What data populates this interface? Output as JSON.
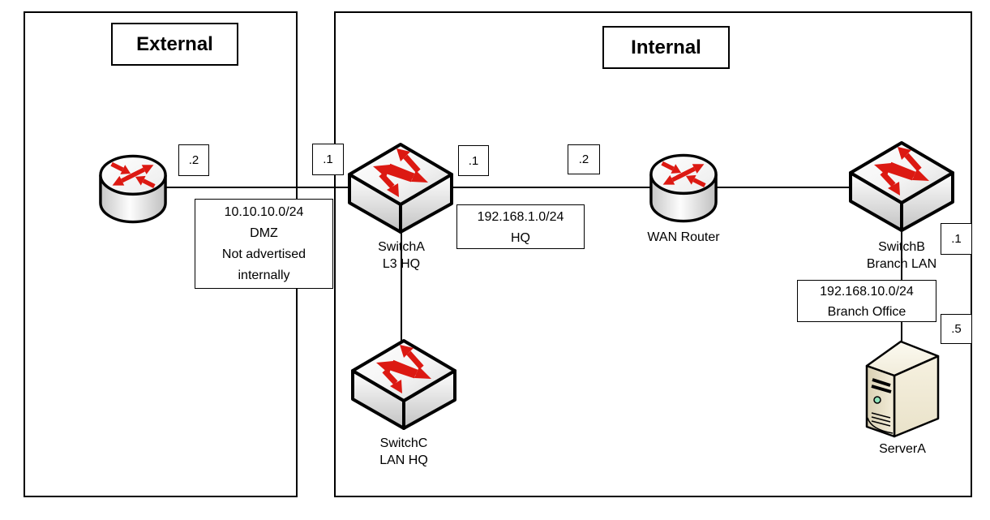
{
  "regions": {
    "external_label": "External",
    "internal_label": "Internal"
  },
  "devices": {
    "switch_a": {
      "name": "SwitchA",
      "role": "L3 HQ"
    },
    "switch_b": {
      "name": "SwitchB",
      "role": "Branch LAN"
    },
    "switch_c": {
      "name": "SwitchC",
      "role": "LAN HQ"
    },
    "wan_router": {
      "name": "WAN Router"
    },
    "server_a": {
      "name": "ServerA"
    }
  },
  "interface_labels": {
    "edge_router_dmz": ".2",
    "switch_a_dmz": ".1",
    "switch_a_hq": ".1",
    "wan_router_hq": ".2",
    "switch_b_branch": ".1",
    "server_a_branch": ".5"
  },
  "networks": {
    "dmz": {
      "subnet": "10.10.10.0/24",
      "name": "DMZ",
      "note1": "Not advertised",
      "note2": "internally"
    },
    "hq": {
      "subnet": "192.168.1.0/24",
      "name": "HQ"
    },
    "branch": {
      "subnet": "192.168.10.0/24",
      "name": "Branch Office"
    }
  },
  "colors": {
    "arrow_red": "#dc1912",
    "outline": "#000000",
    "server_beige": "#efe8d2"
  }
}
